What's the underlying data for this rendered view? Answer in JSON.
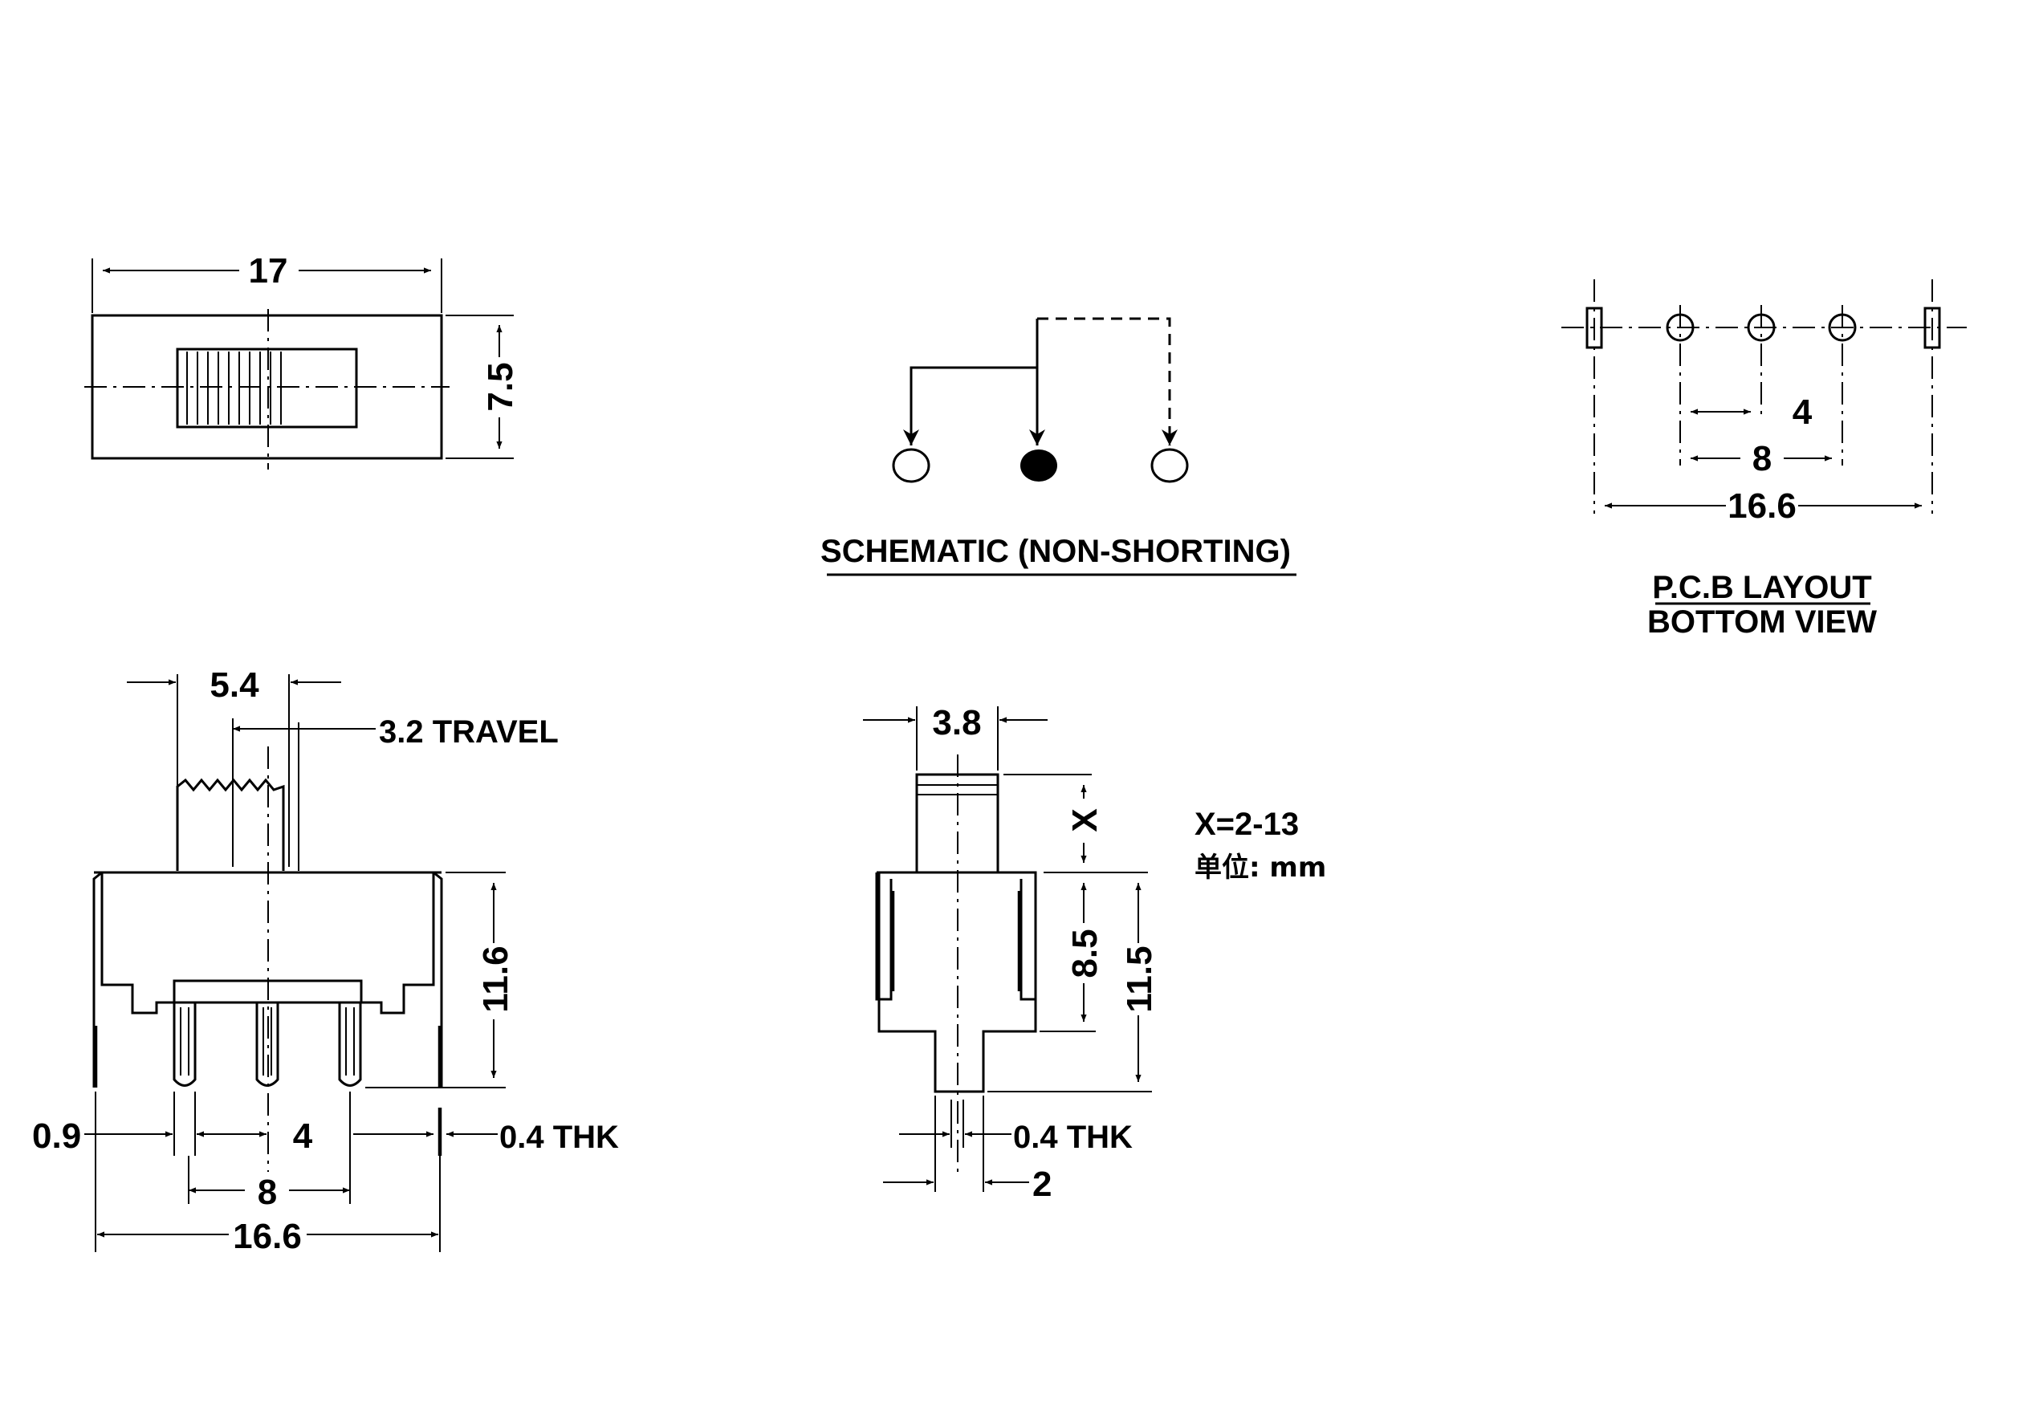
{
  "top_view": {
    "width_dim": "17",
    "height_dim": "7.5"
  },
  "schematic": {
    "caption": "SCHEMATIC (NON-SHORTING)"
  },
  "pcb_layout": {
    "pitch_dim": "4",
    "outer_pitch_dim": "8",
    "overall_dim": "16.6",
    "caption_line1": "P.C.B LAYOUT",
    "caption_line2": "BOTTOM VIEW"
  },
  "front_view": {
    "actuator_width_dim": "5.4",
    "travel_label": "3.2 TRAVEL",
    "height_dim": "11.6",
    "lug_width_dim": "0.9",
    "pin_pitch_dim": "4",
    "thickness_label": "0.4 THK",
    "pin_span_dim": "8",
    "overall_dim": "16.6"
  },
  "side_view": {
    "actuator_width_dim": "3.8",
    "actuator_height_dim": "X",
    "body_height_dim": "8.5",
    "total_height_dim": "11.5",
    "thickness_label": "0.4 THK",
    "pin_width_dim": "2"
  },
  "notes": {
    "x_range": "X=2-13",
    "unit": "单位: mm"
  }
}
